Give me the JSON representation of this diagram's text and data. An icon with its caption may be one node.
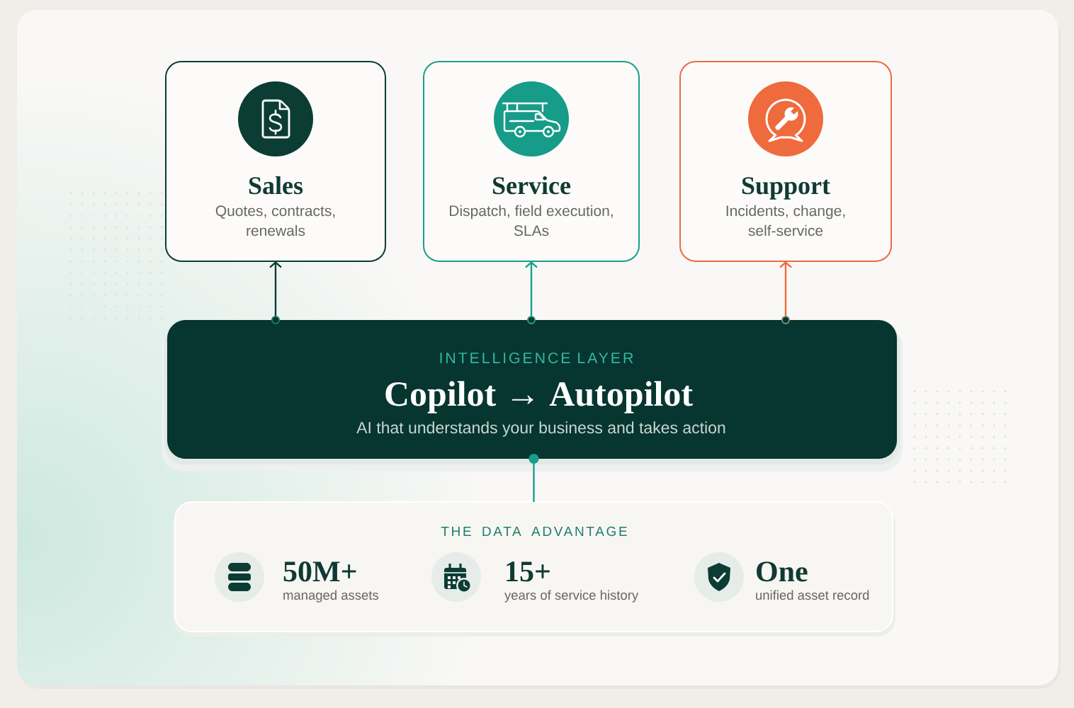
{
  "diagram": {
    "nodes": [
      {
        "text": [
          "Sales",
          "Quotes, contracts, renewals"
        ]
      },
      {
        "text": [
          "Service",
          "Dispatch, field execution, SLAs"
        ]
      },
      {
        "text": [
          "Support",
          "Incidents, change, self-service"
        ]
      },
      {
        "text": [
          "INTELLIGENCE LAYER",
          "Copilot → Autopilot",
          "AI that understands your business and takes action"
        ]
      },
      {
        "text": [
          "THE DATA ADVANTAGE",
          "50M+",
          "managed assets",
          "15+",
          "years of service history",
          "One",
          "unified asset record"
        ]
      }
    ],
    "edges": [
      {
        "from": 3,
        "to": 0,
        "arrow": "to",
        "color": "#0b3d34"
      },
      {
        "from": 3,
        "to": 1,
        "arrow": "to"
      },
      {
        "from": 3,
        "to": 2,
        "arrow": "to",
        "color": "#ee6a3c"
      },
      {
        "from": 4,
        "to": 3,
        "arrow": "other"
      }
    ]
  }
}
